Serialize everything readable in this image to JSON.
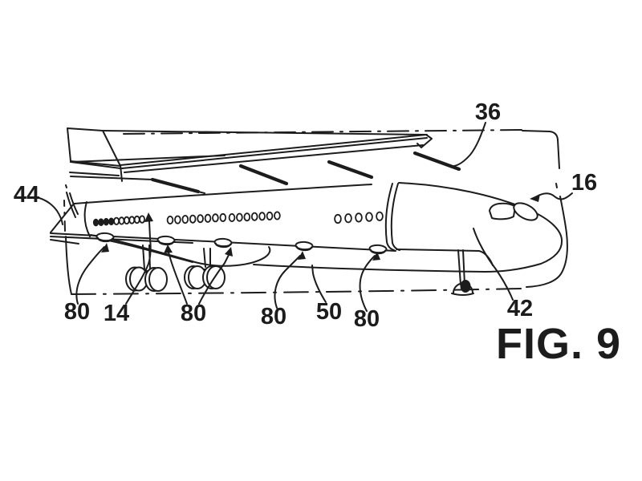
{
  "figure": {
    "kind": "patent line drawing of an aircraft with detached wing panel above fuselage",
    "caption": "FIG. 9",
    "labels": {
      "ref36": "36",
      "ref16": "16",
      "ref44": "44",
      "ref42": "42",
      "ref14": "14",
      "ref50": "50",
      "ref80_tail": "80",
      "ref80_maingear": "80",
      "ref80_mid": "80",
      "ref80_fwd": "80"
    },
    "colors": {
      "ink": "#1c1c1c",
      "paper": "#ffffff"
    }
  }
}
